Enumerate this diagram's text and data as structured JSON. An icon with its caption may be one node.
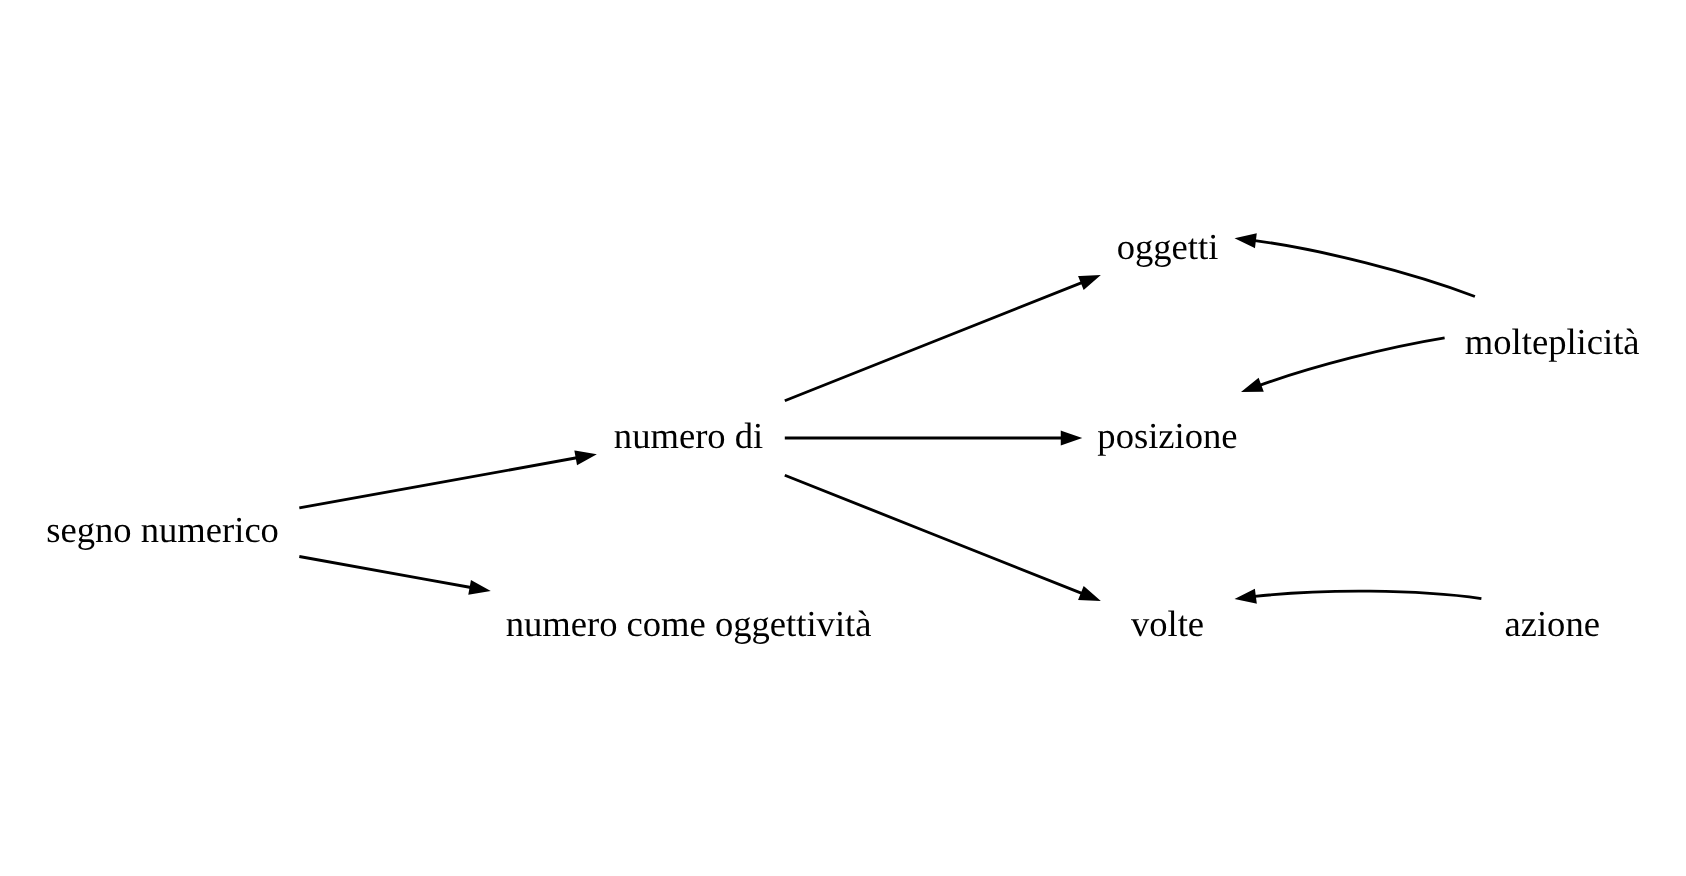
{
  "diagram": {
    "nodes": [
      {
        "text": [
          "segno numerico"
        ]
      },
      {
        "text": [
          "numero di"
        ]
      },
      {
        "text": [
          "numero come oggettività"
        ]
      },
      {
        "text": [
          "oggetti"
        ]
      },
      {
        "text": [
          "posizione"
        ]
      },
      {
        "text": [
          "volte"
        ]
      },
      {
        "text": [
          "molteplicità"
        ]
      },
      {
        "text": [
          "azione"
        ]
      }
    ],
    "edges": [
      {
        "from": 0,
        "to": 1,
        "arrow": "to"
      },
      {
        "from": 0,
        "to": 2,
        "arrow": "to"
      },
      {
        "from": 1,
        "to": 3,
        "arrow": "to"
      },
      {
        "from": 1,
        "to": 4,
        "arrow": "to"
      },
      {
        "from": 1,
        "to": 5,
        "arrow": "to"
      },
      {
        "from": 6,
        "to": 3,
        "arrow": "to"
      },
      {
        "from": 6,
        "to": 4,
        "arrow": "to"
      },
      {
        "from": 7,
        "to": 5,
        "arrow": "to"
      }
    ]
  }
}
